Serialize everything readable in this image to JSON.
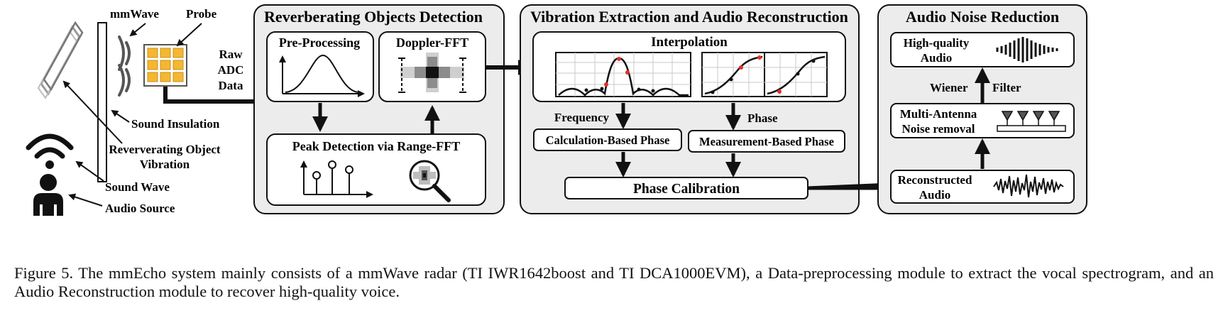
{
  "source": {
    "mmwave_label": "mmWave",
    "probe_label": "Probe",
    "raw_adc_lines": [
      "Raw",
      "ADC",
      "Data"
    ],
    "sound_insulation_label": "Sound Insulation",
    "reverb_object_lines": [
      "Reververating Object",
      "Vibration"
    ],
    "sound_wave_label": "Sound Wave",
    "audio_source_label": "Audio Source"
  },
  "panel1": {
    "title": "Reverberating Objects Detection",
    "preprocessing_label": "Pre-Processing",
    "doppler_label": "Doppler-FFT",
    "peak_label": "Peak Detection via Range-FFT"
  },
  "panel2": {
    "title": "Vibration Extraction and Audio Reconstruction",
    "interpolation_label": "Interpolation",
    "frequency_label": "Frequency",
    "phase_label": "Phase",
    "calc_phase_label": "Calculation-Based Phase",
    "meas_phase_label": "Measurement-Based Phase",
    "calibration_label": "Phase Calibration"
  },
  "panel3": {
    "title": "Audio Noise Reduction",
    "hq_audio_lines": [
      "High-quality",
      "Audio"
    ],
    "wiener_label": "Wiener",
    "filter_label": "Filter",
    "multi_antenna_lines": [
      "Multi-Antenna",
      "Noise removal"
    ],
    "reconstructed_lines": [
      "Reconstructed",
      "Audio"
    ]
  },
  "caption": "Figure 5. The mmEcho system mainly consists of a mmWave radar (TI IWR1642boost and TI DCA1000EVM), a Data-preprocessing module to extract the vocal spectrogram, and an Audio Reconstruction module to recover high-quality voice.",
  "colors": {
    "panel_fill": "#ececec",
    "probe_fill": "#f5b731",
    "marker_red": "#e0302a",
    "stroke": "#111111"
  }
}
